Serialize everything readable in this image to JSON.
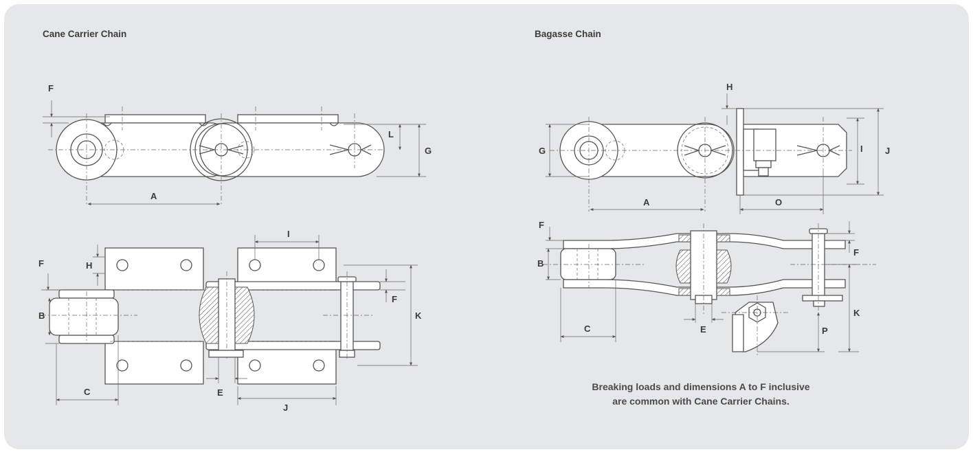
{
  "left_title": "Cane Carrier Chain",
  "right_title": "Bagasse Chain",
  "caption_line1": "Breaking loads and dimensions A to F inclusive",
  "caption_line2": "are common with Cane Carrier Chains.",
  "colors": {
    "panel": "#e6e7e8",
    "line": "#555555",
    "text": "#3c3c3c"
  },
  "labels": {
    "cc_top": {
      "F": "F",
      "L": "L",
      "G": "G",
      "A": "A"
    },
    "cc_bottom": {
      "F": "F",
      "H": "H",
      "I": "I",
      "B": "B",
      "C": "C",
      "E": "E",
      "J": "J",
      "K": "K",
      "F2": "F"
    },
    "bg_top": {
      "H": "H",
      "G": "G",
      "I": "I",
      "J": "J",
      "A": "A",
      "O": "O"
    },
    "bg_bottom": {
      "F": "F",
      "B": "B",
      "F2": "F",
      "C": "C",
      "E": "E",
      "K": "K",
      "P": "P"
    }
  }
}
